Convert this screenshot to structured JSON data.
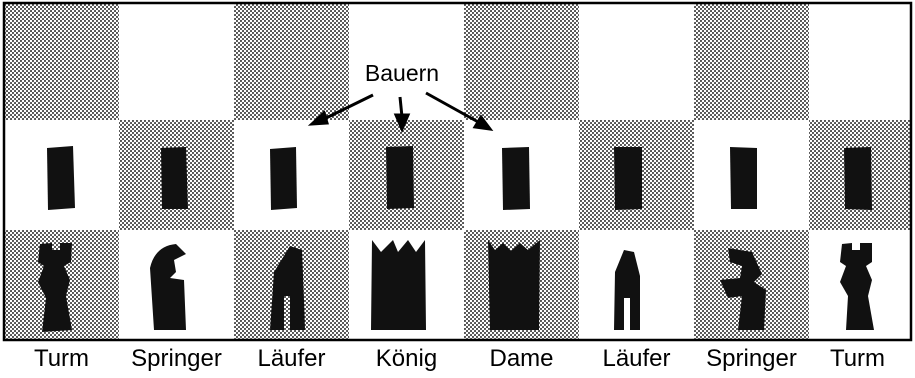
{
  "callout": {
    "label": "Bauern"
  },
  "pieces": [
    {
      "id": "turm-left",
      "label": "Turm",
      "pawn": "pawn"
    },
    {
      "id": "springer-left",
      "label": "Springer",
      "pawn": "pawn"
    },
    {
      "id": "laeufer-left",
      "label": "Läufer",
      "pawn": "pawn"
    },
    {
      "id": "koenig",
      "label": "König",
      "pawn": "pawn"
    },
    {
      "id": "dame",
      "label": "Dame",
      "pawn": "pawn"
    },
    {
      "id": "laeufer-right",
      "label": "Läufer",
      "pawn": "pawn"
    },
    {
      "id": "springer-right",
      "label": "Springer",
      "pawn": "pawn"
    },
    {
      "id": "turm-right",
      "label": "Turm",
      "pawn": "pawn"
    }
  ],
  "board": {
    "rows": 3,
    "cols": 8,
    "dark_pattern": "dotted-grey",
    "light_color": "#ffffff",
    "piece_color": "#111111"
  }
}
